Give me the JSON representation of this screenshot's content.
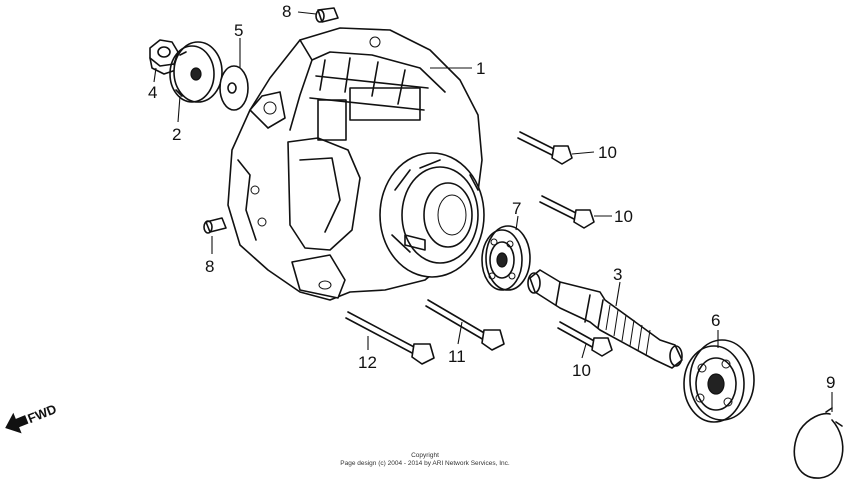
{
  "callouts": {
    "c1": "1",
    "c2": "2",
    "c3": "3",
    "c4": "4",
    "c5": "5",
    "c6": "6",
    "c7": "7",
    "c8a": "8",
    "c8b": "8",
    "c9": "9",
    "c10a": "10",
    "c10b": "10",
    "c10c": "10",
    "c11": "11",
    "c12": "12"
  },
  "direction_label": "FWD",
  "copyright": {
    "line1": "Copyright",
    "line2": "Page design (c) 2004 - 2014 by ARI Network Services, Inc."
  }
}
